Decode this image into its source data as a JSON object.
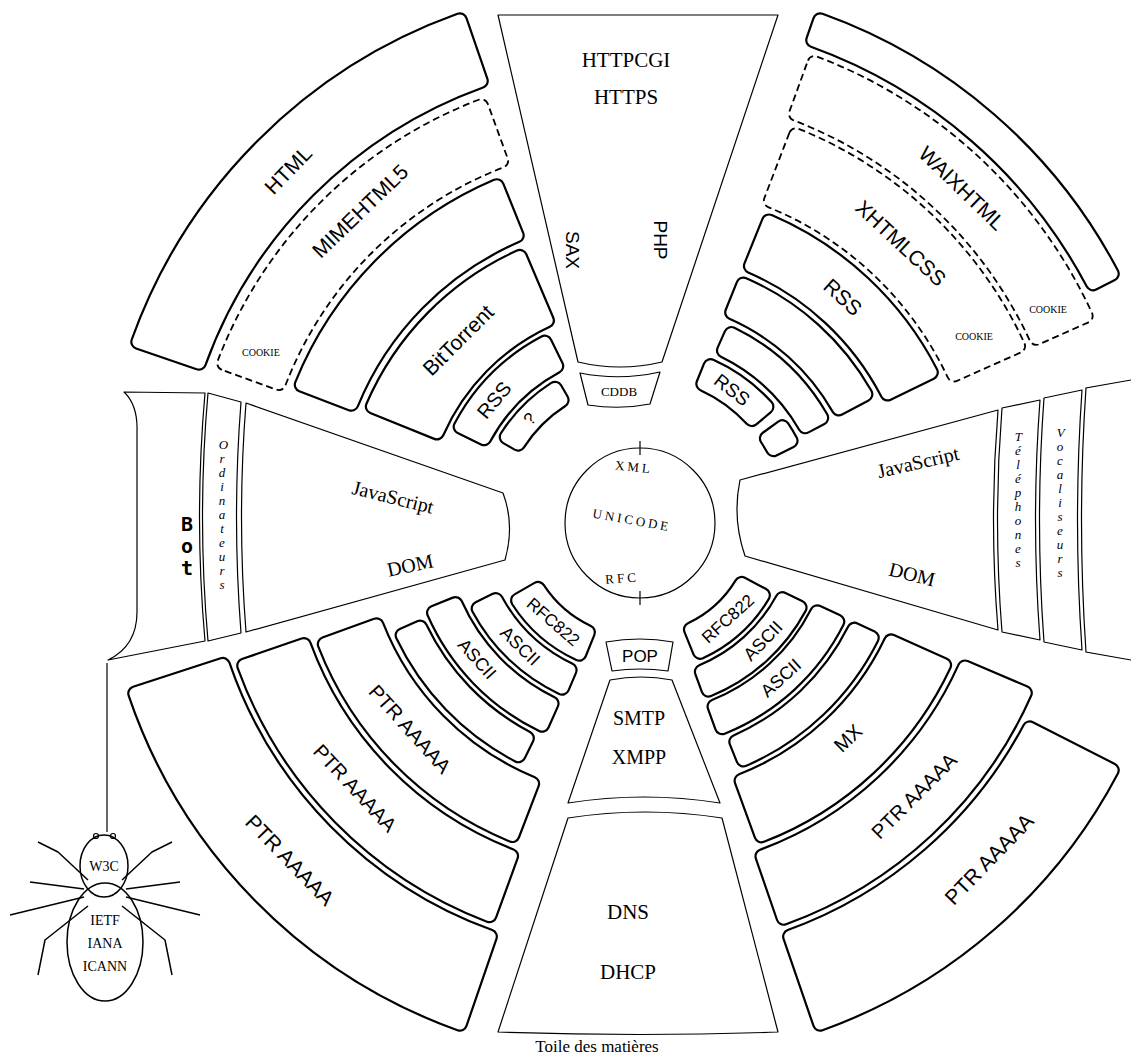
{
  "diagram": {
    "caption": "Toile des matières",
    "nodes": [
      {
        "text": [
          "HTML"
        ]
      },
      {
        "text": [
          "MIMEHTML5",
          "COOKIE"
        ]
      },
      {
        "text": [
          "HTTPCGI",
          "HTTPS",
          "SAX",
          "PHP"
        ]
      },
      {
        "text": [
          "WAIXHTML",
          "COOKIE"
        ]
      },
      {
        "text": [
          "XHTMLCSS",
          "COOKIE"
        ]
      },
      {
        "text": [
          "BitTorrent"
        ]
      },
      {
        "text": [
          "RSS"
        ]
      },
      {
        "text": [
          "RSS"
        ]
      },
      {
        "text": [
          "?"
        ]
      },
      {
        "text": [
          "CDDB"
        ]
      },
      {
        "text": [
          "RSS"
        ]
      },
      {
        "text": [
          "XML",
          "UNICODE",
          "RFC"
        ]
      },
      {
        "text": [
          "Bot"
        ]
      },
      {
        "text": [
          "Ordinateurs"
        ]
      },
      {
        "text": [
          "JavaScript",
          "DOM"
        ]
      },
      {
        "text": [
          "JavaScript",
          "DOM"
        ]
      },
      {
        "text": [
          "Téléphones"
        ]
      },
      {
        "text": [
          "Vocaliseurs"
        ]
      },
      {
        "text": [
          "RFC822"
        ]
      },
      {
        "text": [
          "POP"
        ]
      },
      {
        "text": [
          "RFC822"
        ]
      },
      {
        "text": [
          "ASCII"
        ]
      },
      {
        "text": [
          "ASCII"
        ]
      },
      {
        "text": [
          "ASCII"
        ]
      },
      {
        "text": [
          "ASCII"
        ]
      },
      {
        "text": [
          "SMTP",
          "XMPP"
        ]
      },
      {
        "text": [
          "PTR AAAAA"
        ]
      },
      {
        "text": [
          "MX"
        ]
      },
      {
        "text": [
          "PTR AAAAA"
        ]
      },
      {
        "text": [
          "PTR AAAAA"
        ]
      },
      {
        "text": [
          "W3C"
        ]
      },
      {
        "text": [
          "PTR AAAAA"
        ]
      },
      {
        "text": [
          "PTR AAAAA"
        ]
      },
      {
        "text": [
          "DNS",
          "DHCP"
        ]
      },
      {
        "text": [
          "IETF",
          "IANA",
          "ICANN"
        ]
      }
    ],
    "edges": [
      {
        "from": 12,
        "to": 30,
        "arrow": "none"
      }
    ]
  }
}
